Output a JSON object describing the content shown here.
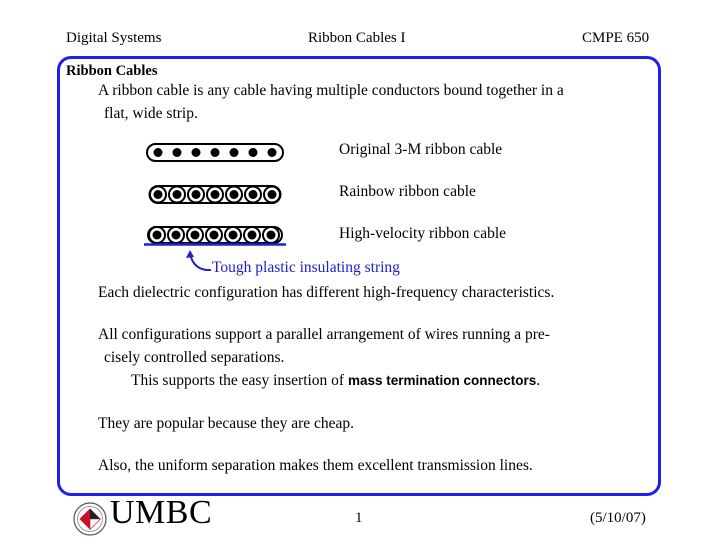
{
  "header": {
    "left": "Digital Systems",
    "center": "Ribbon Cables I",
    "right": "CMPE 650"
  },
  "content": {
    "section_title": "Ribbon Cables",
    "intro_line1": "A ribbon cable is any cable having multiple conductors bound together in a",
    "intro_line2": "flat, wide strip.",
    "cable_labels": [
      "Original 3-M ribbon cable",
      "Rainbow ribbon cable",
      "High-velocity ribbon cable"
    ],
    "string_label": "Tough plastic insulating string",
    "para1": "Each dielectric configuration has different high-frequency characteristics.",
    "para2_line1": "All configurations support a parallel arrangement of wires running a pre-",
    "para2_line2": "cisely controlled separations.",
    "para2_line3_prefix": "This supports the easy insertion of ",
    "para2_line3_bold": "mass termination connectors",
    "para2_line3_suffix": ".",
    "para3": "They are popular because they are cheap.",
    "para4": "Also, the uniform separation makes them excellent transmission lines."
  },
  "footer": {
    "logo": "UMBC",
    "page_number": "1",
    "date": "(5/10/07)"
  },
  "colors": {
    "frame": "#2020ee",
    "annotation": "#2020cc"
  }
}
